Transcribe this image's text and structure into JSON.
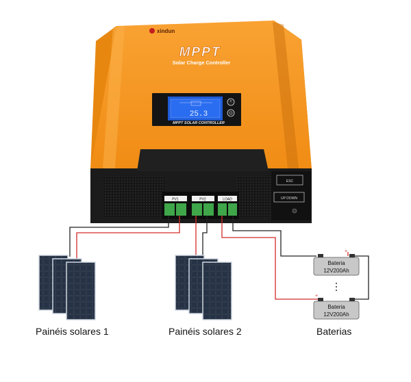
{
  "device": {
    "brand": "xindun",
    "title": "MPPT",
    "subtitle": "Solar Charge Controller",
    "panel_label": "MPPT SOLAR CONTROLLER",
    "lcd_value": "25.3",
    "terminal_labels": [
      "PV1",
      "PV2",
      "LOAD"
    ],
    "side_buttons": [
      "ESC",
      "UP DOWN"
    ]
  },
  "batteries": [
    {
      "label": "Bateria",
      "capacity": "12V200Ah"
    },
    {
      "label": "Bateria",
      "capacity": "12V200Ah"
    }
  ],
  "captions": {
    "solar1": "Painéis solares 1",
    "solar2": "Painéis solares 2",
    "batteries": "Baterias"
  },
  "colors": {
    "body_orange": "#f7931e",
    "body_orange_dark": "#d9780f",
    "base_black": "#1b1b1b",
    "lcd_blue": "#1e5bd8",
    "terminal_green": "#3fa64a",
    "wire_red": "#d42a2a",
    "wire_black": "#222222"
  },
  "icons": [
    "power-icon",
    "menu-icon"
  ]
}
